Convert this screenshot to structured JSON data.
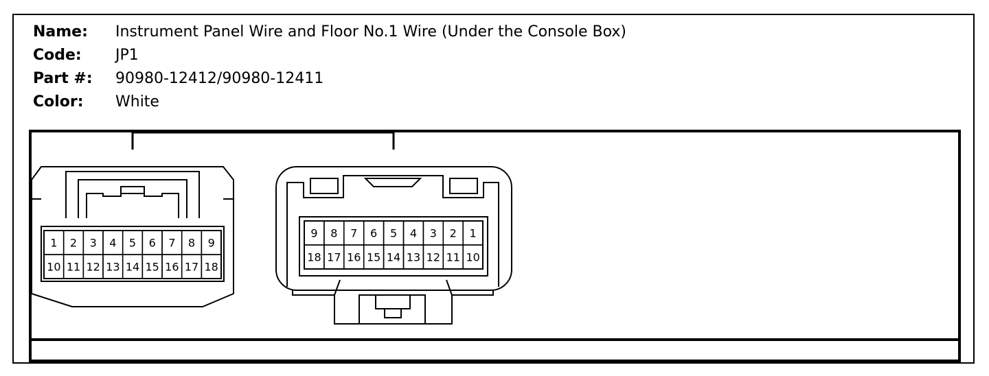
{
  "header": {
    "name_label": "Name:",
    "name_value": "Instrument Panel Wire and Floor No.1 Wire (Under the Console Box)",
    "code_label": "Code:",
    "code_value": "JP1",
    "part_label": "Part #:",
    "part_value": "90980-12412/90980-12411",
    "color_label": "Color:",
    "color_value": "White"
  },
  "connector_left": {
    "top_row": [
      "1",
      "2",
      "3",
      "4",
      "5",
      "6",
      "7",
      "8",
      "9"
    ],
    "bottom_row": [
      "10",
      "11",
      "12",
      "13",
      "14",
      "15",
      "16",
      "17",
      "18"
    ]
  },
  "connector_right": {
    "top_row": [
      "9",
      "8",
      "7",
      "6",
      "5",
      "4",
      "3",
      "2",
      "1"
    ],
    "bottom_row": [
      "18",
      "17",
      "16",
      "15",
      "14",
      "13",
      "12",
      "11",
      "10"
    ]
  }
}
